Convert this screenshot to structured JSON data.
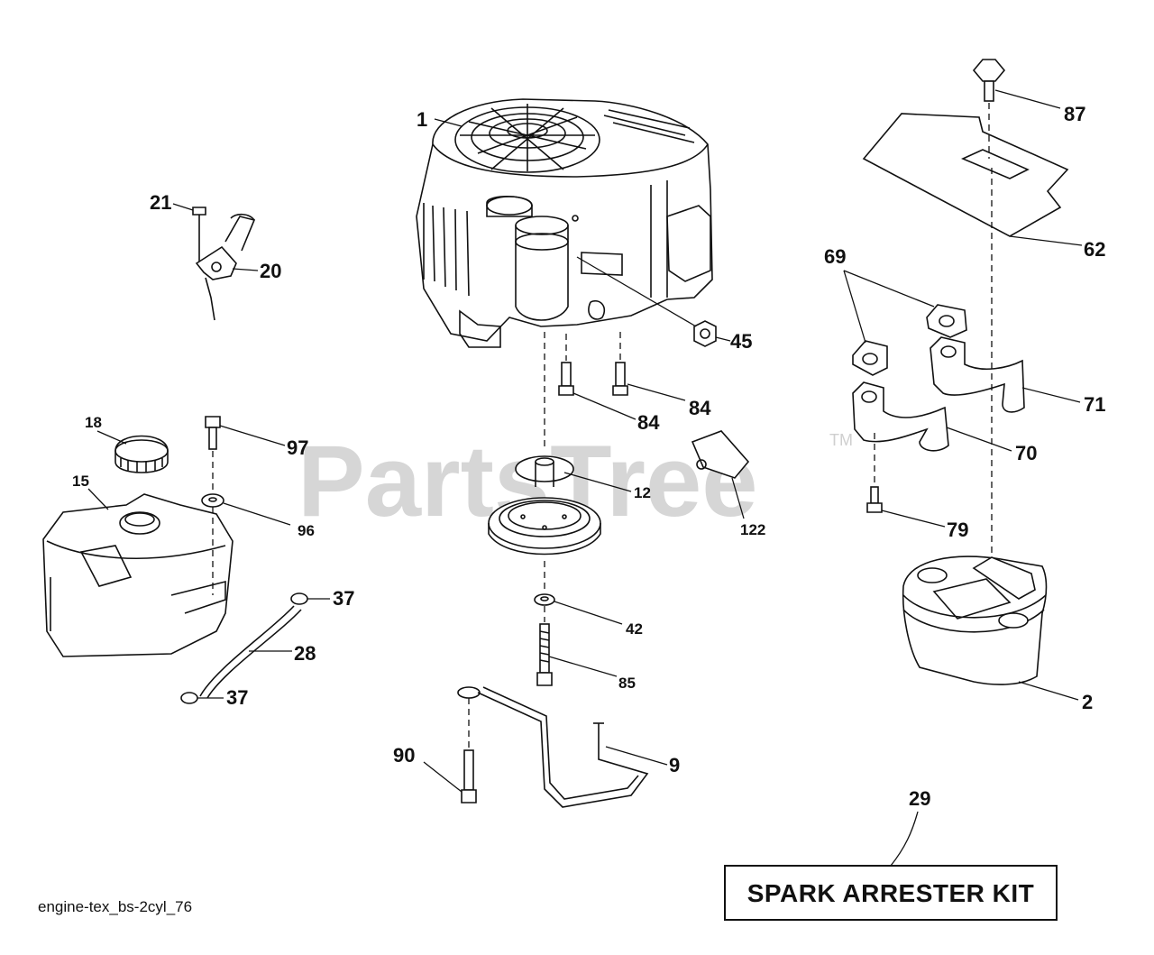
{
  "watermark": {
    "text": "PartsTree",
    "tm": "TM"
  },
  "diagram_code": "engine-tex_bs-2cyl_76",
  "kit_label": "SPARK ARRESTER KIT",
  "callouts": {
    "c1": "1",
    "c2": "2",
    "c9": "9",
    "c12": "12",
    "c15": "15",
    "c18": "18",
    "c20": "20",
    "c21": "21",
    "c28": "28",
    "c29": "29",
    "c37a": "37",
    "c37b": "37",
    "c42": "42",
    "c45": "45",
    "c62": "62",
    "c69": "69",
    "c70": "70",
    "c71": "71",
    "c79": "79",
    "c84a": "84",
    "c84b": "84",
    "c85": "85",
    "c87": "87",
    "c90": "90",
    "c96": "96",
    "c97": "97",
    "c122": "122"
  }
}
